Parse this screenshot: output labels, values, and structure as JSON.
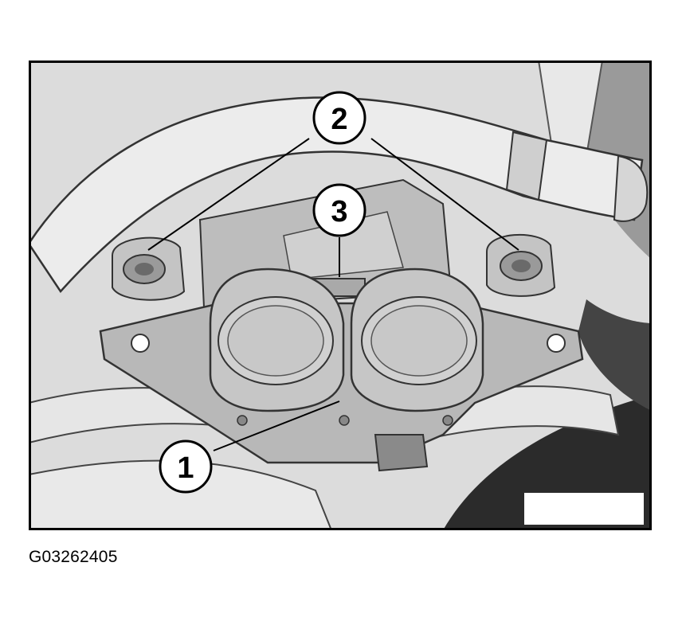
{
  "figure": {
    "callouts": [
      "1",
      "2",
      "3"
    ],
    "caption": "G03262405"
  },
  "colors": {
    "frame_border": "#000000",
    "background_gray": "#d9d9d9",
    "component_gray": "#bdbdbd",
    "outline": "#333333"
  }
}
